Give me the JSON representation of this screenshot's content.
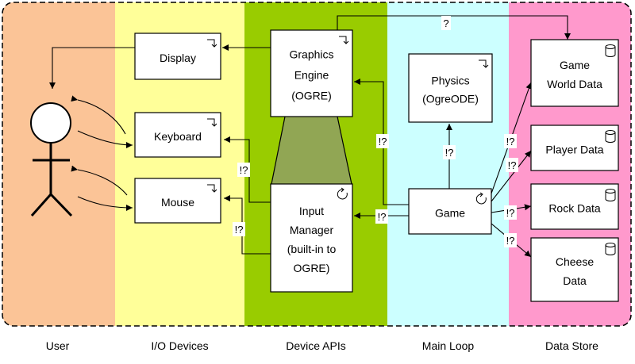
{
  "lanes": [
    {
      "label": "User",
      "color": "#fbc497"
    },
    {
      "label": "I/O Devices",
      "color": "#ffff99"
    },
    {
      "label": "Device APIs",
      "color": "#99cc00"
    },
    {
      "label": "Main Loop",
      "color": "#ccffff"
    },
    {
      "label": "Data Store",
      "color": "#ff99cc"
    }
  ],
  "boxes": {
    "display": {
      "lines": [
        "Display"
      ]
    },
    "keyboard": {
      "lines": [
        "Keyboard"
      ]
    },
    "mouse": {
      "lines": [
        "Mouse"
      ]
    },
    "graphics": {
      "lines": [
        "Graphics",
        "Engine",
        "(OGRE)"
      ]
    },
    "input": {
      "lines": [
        "Input",
        "Manager",
        "(built-in to",
        "OGRE)"
      ]
    },
    "physics": {
      "lines": [
        "Physics",
        "(OgreODE)"
      ]
    },
    "game": {
      "lines": [
        "Game"
      ]
    },
    "gameworld": {
      "lines": [
        "Game",
        "World Data"
      ]
    },
    "player": {
      "lines": [
        "Player Data"
      ]
    },
    "rock": {
      "lines": [
        "Rock Data"
      ]
    },
    "cheese": {
      "lines": [
        "Cheese",
        "Data"
      ]
    }
  },
  "edge_labels": {
    "unknown": "?",
    "uncertain": "!?"
  }
}
